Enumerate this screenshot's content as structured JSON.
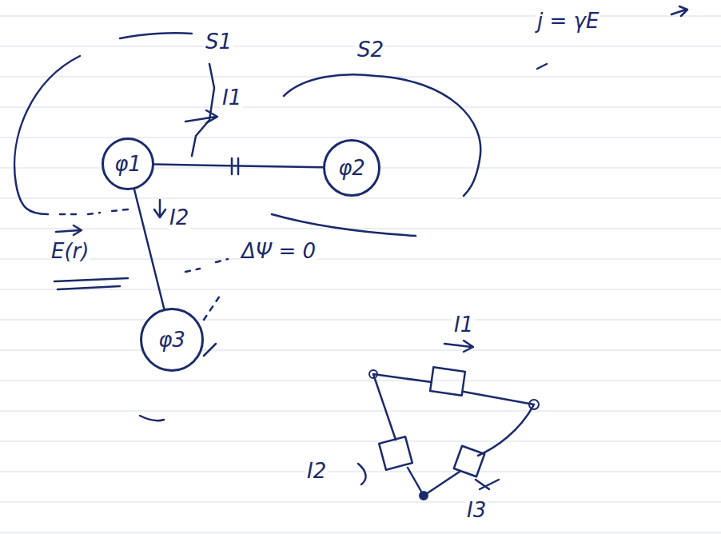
{
  "diagram": {
    "nodes": [
      {
        "text": [
          "φ1"
        ]
      },
      {
        "text": [
          "φ2"
        ]
      },
      {
        "text": [
          "φ3"
        ]
      }
    ],
    "edges": [
      {
        "from": 0,
        "to": 1,
        "arrow": "none"
      },
      {
        "from": 0,
        "to": 2,
        "arrow": "none"
      }
    ],
    "labels": [
      "S1",
      "I1",
      "S2",
      "j = γE",
      "I2",
      "E(r)",
      "ΔΨ = 0",
      "I1",
      "I2",
      "I3"
    ]
  }
}
